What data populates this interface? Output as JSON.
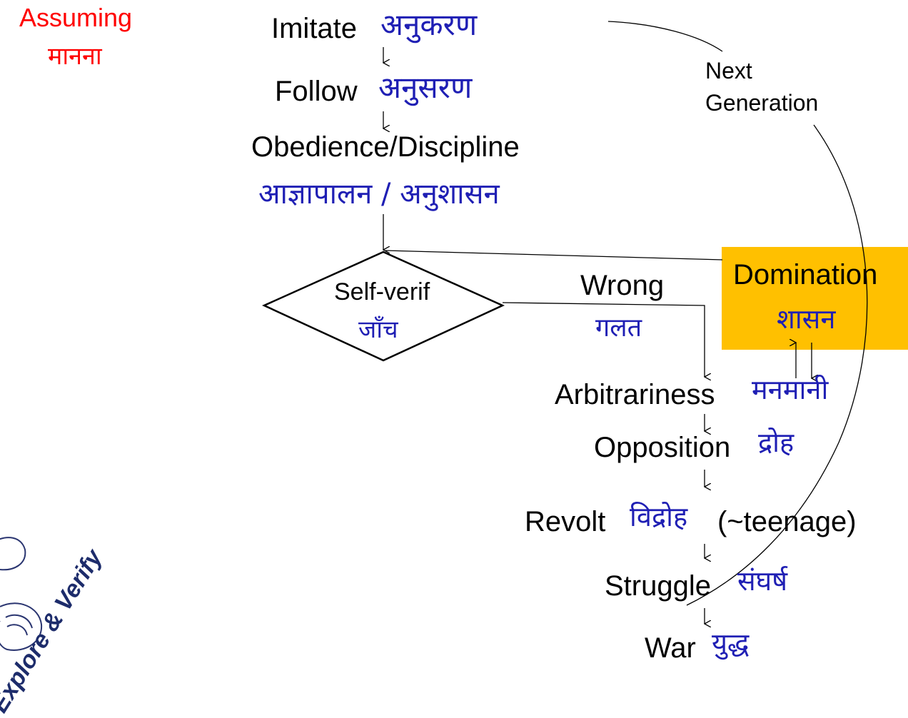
{
  "assuming": {
    "en": "Assuming",
    "hi": "मानना"
  },
  "steps": {
    "imitate": {
      "en": "Imitate",
      "hi": "अनुकरण"
    },
    "follow": {
      "en": "Follow",
      "hi": "अनुसरण"
    },
    "obedience": {
      "en": "Obedience/Discipline",
      "hi": "आज्ञापालन / अनुशासन"
    }
  },
  "decision": {
    "en": "Self-verif",
    "hi": "जाँच"
  },
  "wrong": {
    "en": "Wrong",
    "hi": "गलत"
  },
  "domination": {
    "en": "Domination",
    "hi": "शासन"
  },
  "next_generation": {
    "line1": "Next",
    "line2": "Generation"
  },
  "chain": {
    "arbitrariness": {
      "en": "Arbitrariness",
      "hi": "मनमानी"
    },
    "opposition": {
      "en": "Opposition",
      "hi": "द्रोह"
    },
    "revolt": {
      "en": "Revolt",
      "hi": "विद्रोह",
      "suffix": "(~teenage)"
    },
    "struggle": {
      "en": "Struggle",
      "hi": "संघर्ष"
    },
    "war": {
      "en": "War",
      "hi": "युद्ध"
    }
  },
  "logo": {
    "text": "Explore & Verify"
  },
  "colors": {
    "hindi": "#1f1fb4",
    "assuming": "#ff0000",
    "domination_box": "#ffc000"
  }
}
